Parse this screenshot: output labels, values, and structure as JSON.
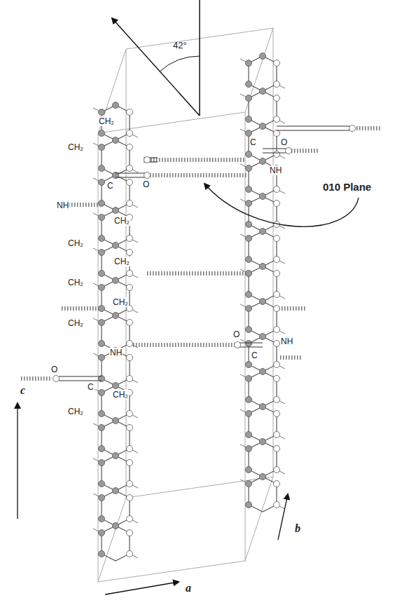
{
  "diagram": {
    "labels": [
      "42°",
      "010 Plane",
      "CH₂",
      "CH₂",
      "C",
      "O",
      "C",
      "O",
      "NH",
      "NH",
      "CH₂",
      "CH₂",
      "CH₂",
      "CH₂",
      "CH₂",
      "CH₂",
      "NH",
      "O",
      "C",
      "NH",
      "O",
      "C",
      "CH₂",
      "CH₂",
      "c",
      "a",
      "b"
    ]
  }
}
